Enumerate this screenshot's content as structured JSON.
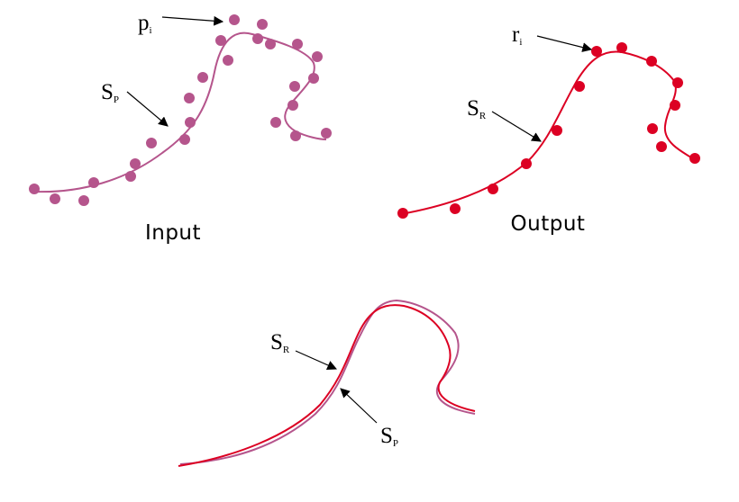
{
  "labels": {
    "input": "Input",
    "output": "Output",
    "point_input": {
      "main": "p",
      "sub": "i"
    },
    "point_output": {
      "main": "r",
      "sub": "i"
    },
    "curve_input": {
      "main": "S",
      "sub": "P"
    },
    "curve_output": {
      "main": "S",
      "sub": "R"
    }
  },
  "colors": {
    "input": "#b5558c",
    "output": "#dc0023",
    "arrow": "#000000"
  }
}
